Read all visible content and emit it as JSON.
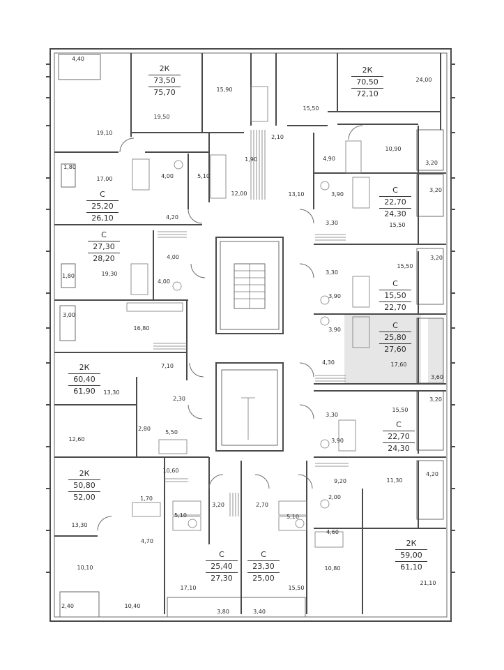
{
  "apartments": [
    {
      "id": "a1",
      "type": "2К",
      "living": "73,50",
      "total": "75,70"
    },
    {
      "id": "a2",
      "type": "2К",
      "living": "70,50",
      "total": "72,10"
    },
    {
      "id": "a3",
      "type": "С",
      "living": "25,20",
      "total": "26,10"
    },
    {
      "id": "a4",
      "type": "С",
      "living": "22,70",
      "total": "24,30"
    },
    {
      "id": "a5",
      "type": "С",
      "living": "27,30",
      "total": "28,20"
    },
    {
      "id": "a6",
      "type": "С",
      "living": "15,50",
      "total": "22,70"
    },
    {
      "id": "a7",
      "type": "С",
      "living": "25,80",
      "total": "27,60"
    },
    {
      "id": "a8",
      "type": "2К",
      "living": "60,40",
      "total": "61,90"
    },
    {
      "id": "a9",
      "type": "С",
      "living": "22,70",
      "total": "24,30"
    },
    {
      "id": "a10",
      "type": "2К",
      "living": "50,80",
      "total": "52,00"
    },
    {
      "id": "a11",
      "type": "С",
      "living": "25,40",
      "total": "27,30"
    },
    {
      "id": "a12",
      "type": "С",
      "living": "23,30",
      "total": "25,00"
    },
    {
      "id": "a13",
      "type": "2К",
      "living": "59,00",
      "total": "61,10"
    }
  ],
  "room_areas": [
    "4,40",
    "19,10",
    "19,50",
    "15,90",
    "15,50",
    "24,00",
    "2,10",
    "10,90",
    "3,20",
    "1,80",
    "17,00",
    "4,00",
    "5,10",
    "1,90",
    "12,00",
    "13,10",
    "4,90",
    "3,90",
    "3,20",
    "4,20",
    "3,30",
    "15,50",
    "4,00",
    "19,30",
    "1,80",
    "4,00",
    "3,30",
    "15,50",
    "3,20",
    "3,90",
    "3,00",
    "16,80",
    "3,90",
    "4,30",
    "17,60",
    "3,60",
    "7,10",
    "13,30",
    "2,30",
    "3,30",
    "15,50",
    "3,20",
    "12,60",
    "2,80",
    "5,50",
    "3,90",
    "10,60",
    "9,20",
    "11,30",
    "4,20",
    "1,70",
    "3,20",
    "2,70",
    "2,00",
    "5,10",
    "5,10",
    "13,30",
    "4,60",
    "4,70",
    "10,10",
    "10,80",
    "21,10",
    "17,10",
    "15,50",
    "2,40",
    "10,40",
    "3,80",
    "3,40"
  ],
  "highlighted_apartment": "a7"
}
